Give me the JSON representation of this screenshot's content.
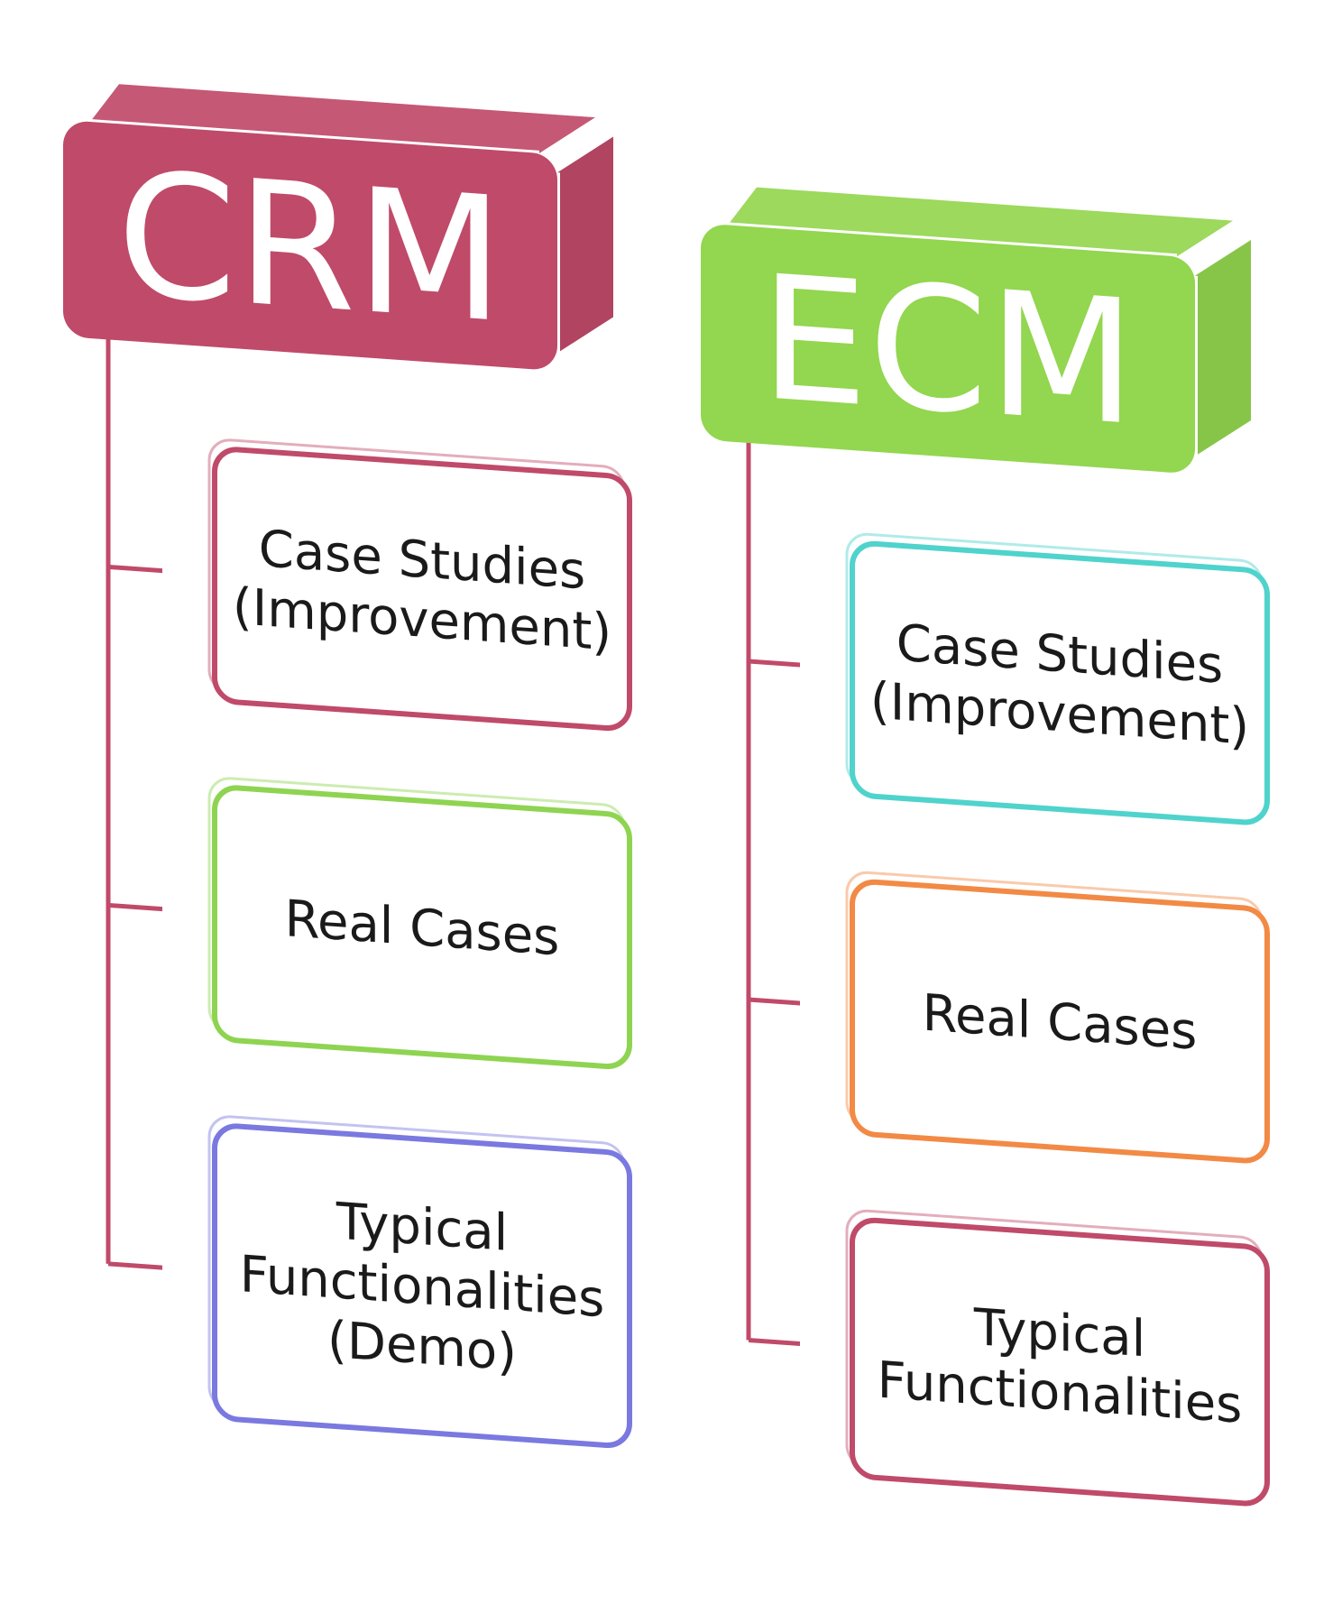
{
  "columns": [
    {
      "title": "CRM",
      "color": "#c04a69",
      "connector_color": "#c04a69",
      "items": [
        {
          "lines": [
            "Case Studies",
            "(Improvement)"
          ],
          "border_color": "#c04a69"
        },
        {
          "lines": [
            "Real Cases"
          ],
          "border_color": "#8ed451"
        },
        {
          "lines": [
            "Typical",
            "Functionalities",
            "(Demo)"
          ],
          "border_color": "#7a79e0"
        }
      ]
    },
    {
      "title": "ECM",
      "color": "#93d64f",
      "connector_color": "#c04a69",
      "items": [
        {
          "lines": [
            "Case Studies",
            "(Improvement)"
          ],
          "border_color": "#4fd3cc"
        },
        {
          "lines": [
            "Real Cases"
          ],
          "border_color": "#f28a45"
        },
        {
          "lines": [
            "Typical",
            "Functionalities"
          ],
          "border_color": "#c04a69"
        }
      ]
    }
  ]
}
